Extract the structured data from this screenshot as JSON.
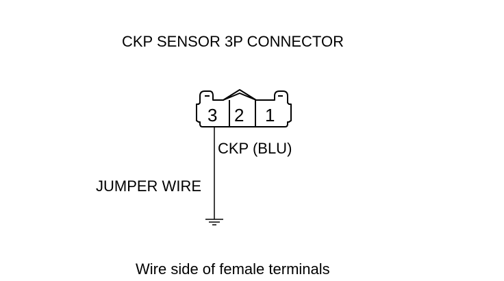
{
  "diagram": {
    "title": "CKP SENSOR 3P CONNECTOR",
    "connector": {
      "pins": [
        "3",
        "2",
        "1"
      ]
    },
    "wire_label": "CKP (BLU)",
    "jumper_label": "JUMPER WIRE",
    "caption": "Wire side of female terminals"
  },
  "colors": {
    "line": "#000000",
    "background": "#ffffff"
  }
}
